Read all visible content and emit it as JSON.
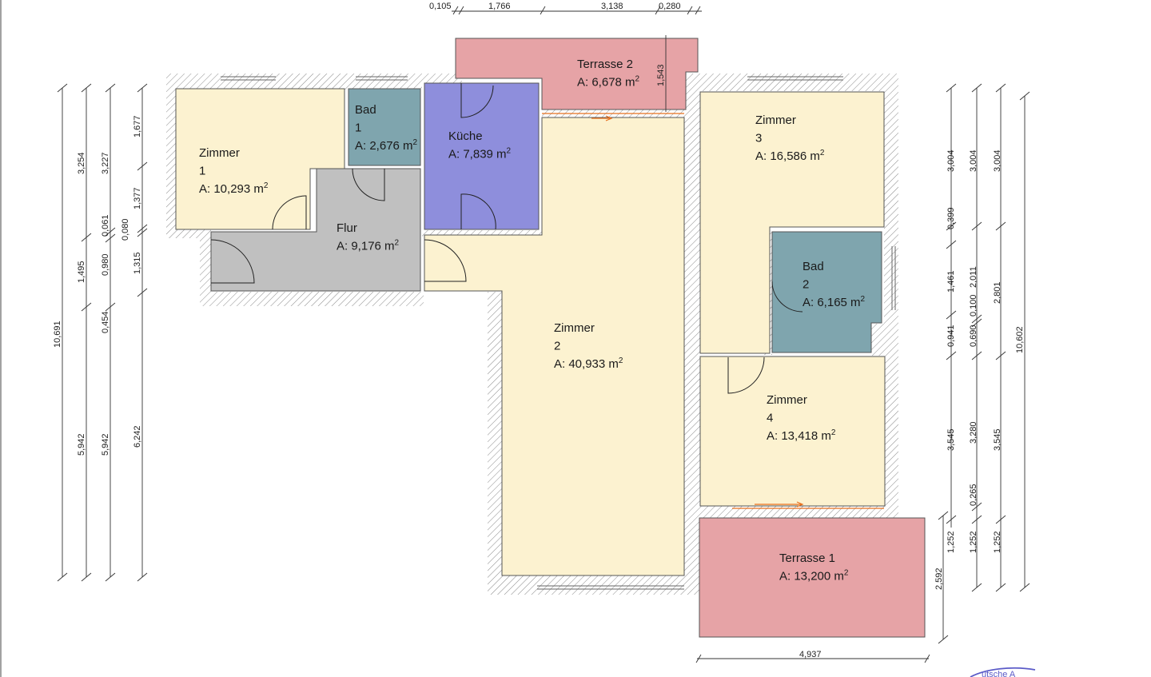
{
  "rooms": [
    {
      "id": "zimmer-1",
      "name_lines": [
        "Zimmer",
        "1"
      ],
      "area_label": "A: 10,293 m",
      "area_unit_exp": "2",
      "color": "#fcf2d0"
    },
    {
      "id": "bad-1",
      "name_lines": [
        "Bad",
        "1"
      ],
      "area_label": "A: 2,676 m",
      "area_unit_exp": "2",
      "color": "#7fa5ae"
    },
    {
      "id": "kueche",
      "name_lines": [
        "Küche"
      ],
      "area_label": "A: 7,839 m",
      "area_unit_exp": "2",
      "color": "#8e8edc"
    },
    {
      "id": "flur",
      "name_lines": [
        "Flur"
      ],
      "area_label": "A: 9,176 m",
      "area_unit_exp": "2",
      "color": "#c0c0c0"
    },
    {
      "id": "terrasse-2",
      "name_lines": [
        "Terrasse 2"
      ],
      "area_label": "A: 6,678 m",
      "area_unit_exp": "2",
      "color": "#e6a3a6"
    },
    {
      "id": "zimmer-2",
      "name_lines": [
        "Zimmer",
        "2"
      ],
      "area_label": "A: 40,933 m",
      "area_unit_exp": "2",
      "color": "#fcf2d0"
    },
    {
      "id": "zimmer-3",
      "name_lines": [
        "Zimmer",
        "3"
      ],
      "area_label": "A: 16,586 m",
      "area_unit_exp": "2",
      "color": "#fcf2d0"
    },
    {
      "id": "bad-2",
      "name_lines": [
        "Bad",
        "2"
      ],
      "area_label": "A: 6,165 m",
      "area_unit_exp": "2",
      "color": "#7fa5ae"
    },
    {
      "id": "zimmer-4",
      "name_lines": [
        "Zimmer",
        "4"
      ],
      "area_label": "A: 13,418 m",
      "area_unit_exp": "2",
      "color": "#fcf2d0"
    },
    {
      "id": "terrasse-1",
      "name_lines": [
        "Terrasse 1"
      ],
      "area_label": "A: 13,200 m",
      "area_unit_exp": "2",
      "color": "#e6a3a6"
    }
  ],
  "dimensions": {
    "top": [
      "0,105",
      "1,766",
      "3,138",
      "0,280"
    ],
    "terrasse2_depth": "1,543",
    "left_col_1": [
      "10,691"
    ],
    "left_col_2": [
      "3,254",
      "1,495",
      "5,942"
    ],
    "left_col_3": [
      "3,227",
      "0,061",
      "0,980",
      "0,454",
      "5,942"
    ],
    "left_col_4": [
      "1,677",
      "1,377",
      "0,080",
      "1,315",
      "6,242"
    ],
    "right_col_1": [
      "3,004",
      "0,399",
      "1,461",
      "0,941",
      "3,545",
      "2,592"
    ],
    "right_col_2": [
      "3,004",
      "2,011",
      "0,100",
      "0,690",
      "3,280",
      "0,265",
      "1,252"
    ],
    "right_col_3": [
      "3,004",
      "2,801",
      "3,545",
      "1,252"
    ],
    "right_col_4": [
      "10,602"
    ],
    "right_col_1_extra": [
      "1,252"
    ],
    "bottom": [
      "4,937"
    ]
  },
  "stamp_text": "utsche A"
}
